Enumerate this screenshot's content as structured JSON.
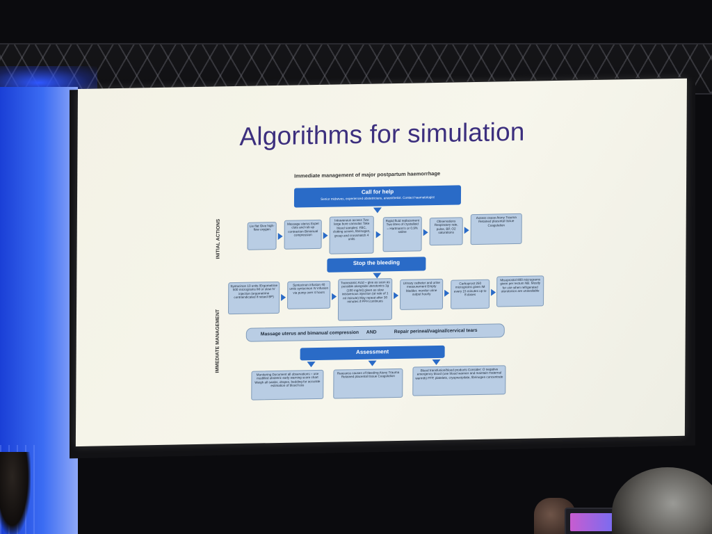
{
  "slide": {
    "title": "Algorithms for simulation",
    "subtitle": "Immediate management of major postpartum haemorrhage",
    "side_labels": {
      "initial": "INITIAL ACTIONS",
      "immediate": "IMMEDIATE MANAGEMENT"
    },
    "call_for_help": {
      "title": "Call for help",
      "detail": "Senior midwives, experienced obstetricians, anaesthetist. Contact haematologist"
    },
    "initial_boxes": [
      "Lie flat Give high-flow oxygen",
      "Massage uterus Expel clots and rub up contraction Bimanual compression",
      "Intravenous access Two large bore cannulas Take blood samples: FBC, clotting screen, fibrinogen, group and crossmatch 4 units",
      "Rapid fluid replacement Two litres of crystalloid – Hartmann's or 0.9% saline",
      "Observations Respiratory rate, pulse, BP, O2 saturations",
      "Assess cause Atony Trauma Retained placental tissue Coagulation"
    ],
    "stop_bleeding": "Stop the bleeding",
    "immediate_boxes": [
      "Syntocinon 10 units /Ergometrine 500 micrograms IM or slow IV injection (ergometrine contraindicated if raised BP)",
      "Syntocinon infusion 40 units syntocinon IV infusion via pump over 4 hours",
      "Tranexamic Acid – give as soon as possible alongside uterotonics 1g (100 mg/ml) given as slow intravenous injection (at rate of 1 ml /minute) May repeat after 30 minutes if PPH continues",
      "Urinary catheter and urine measurement Empty bladder, monitor urine output hourly",
      "Carboprost 250 micrograms given IM every 15 minutes up to 8 doses",
      "Misoprostol 800 micrograms given per rectum NB. Mostly for use when refrigerated uterotonics are unavailable"
    ],
    "massage_bar": {
      "left": "Massage uterus and bimanual compression",
      "and": "AND",
      "right": "Repair perineal/vaginal/cervical tears"
    },
    "assessment": "Assessment",
    "assessment_boxes": [
      "Monitoring Document all observations – use modified obstetric early warning score chart Weigh all swabs, drapes, bedding for accurate estimation of blood loss",
      "Reassess causes of bleeding Atony Trauma Retained placental tissue Coagulation",
      "Blood transfusion/blood products Consider: O negative emergency blood (use blood warmer and maintain maternal warmth) FFP, platelets, cryoprecipitate, fibrinogen concentrate"
    ]
  },
  "colors": {
    "title": "#3c2f7e",
    "banner": "#2a6bc7",
    "box": "#b9cde4",
    "stage_blue": "#2f57ff"
  }
}
